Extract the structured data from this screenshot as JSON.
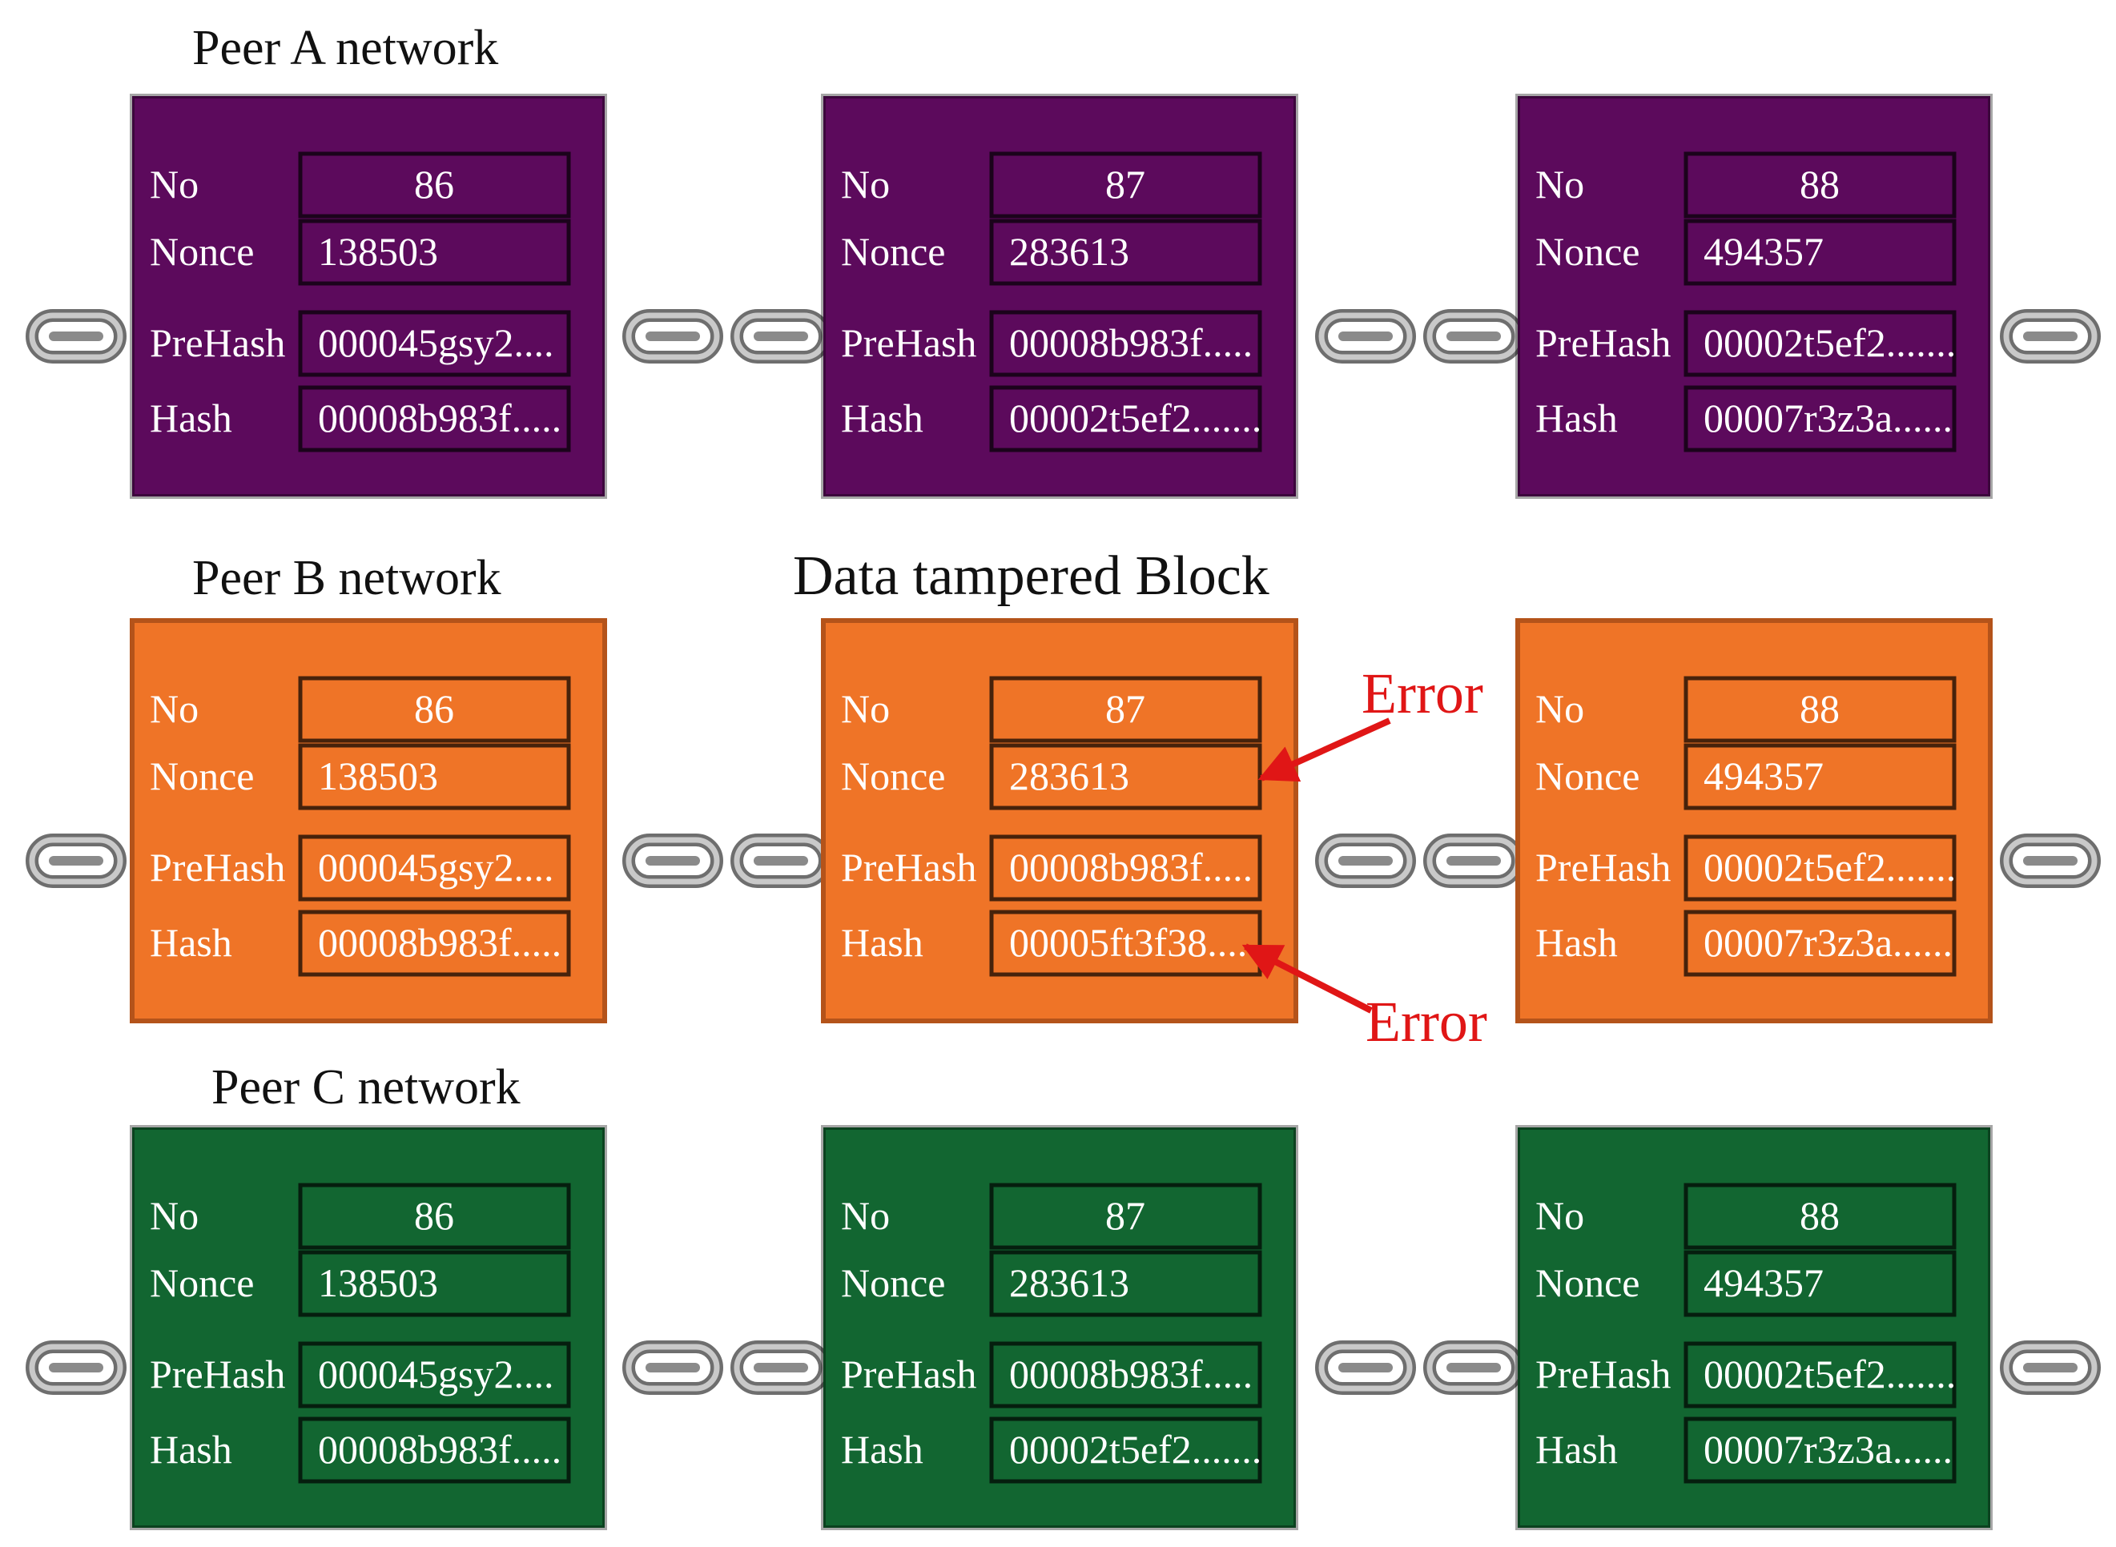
{
  "peers": [
    {
      "title": "Peer A network",
      "color": "#5c0a5c",
      "blocks": [
        {
          "No": "86",
          "Nonce": "138503",
          "PreHash": "000045gsy2....",
          "Hash": "00008b983f....."
        },
        {
          "No": "87",
          "Nonce": "283613",
          "PreHash": "00008b983f.....",
          "Hash": "00002t5ef2......."
        },
        {
          "No": "88",
          "Nonce": "494357",
          "PreHash": "00002t5ef2.......",
          "Hash": "00007r3z3a......"
        }
      ]
    },
    {
      "title": "Peer  B network",
      "color": "#ef7427",
      "blocks": [
        {
          "No": "86",
          "Nonce": "138503",
          "PreHash": "000045gsy2....",
          "Hash": "00008b983f....."
        },
        {
          "No": "87",
          "Nonce": "283613",
          "PreHash": "00008b983f.....",
          "Hash": "00005ft3f38......"
        },
        {
          "No": "88",
          "Nonce": "494357",
          "PreHash": "00002t5ef2.......",
          "Hash": "00007r3z3a......"
        }
      ]
    },
    {
      "title": "Peer C  network",
      "color": "#126631",
      "blocks": [
        {
          "No": "86",
          "Nonce": "138503",
          "PreHash": "000045gsy2....",
          "Hash": "00008b983f....."
        },
        {
          "No": "87",
          "Nonce": "283613",
          "PreHash": "00008b983f.....",
          "Hash": "00002t5ef2......."
        },
        {
          "No": "88",
          "Nonce": "494357",
          "PreHash": "00002t5ef2.......",
          "Hash": "00007r3z3a......"
        }
      ]
    }
  ],
  "field_labels": {
    "No": "No",
    "Nonce": "Nonce",
    "PreHash": "PreHash",
    "Hash": "Hash"
  },
  "tampered_label": "Data tampered Block",
  "error_labels": [
    "Error",
    "Error"
  ],
  "colors": {
    "error": "#e01616",
    "chain": "#8a8a8a"
  }
}
